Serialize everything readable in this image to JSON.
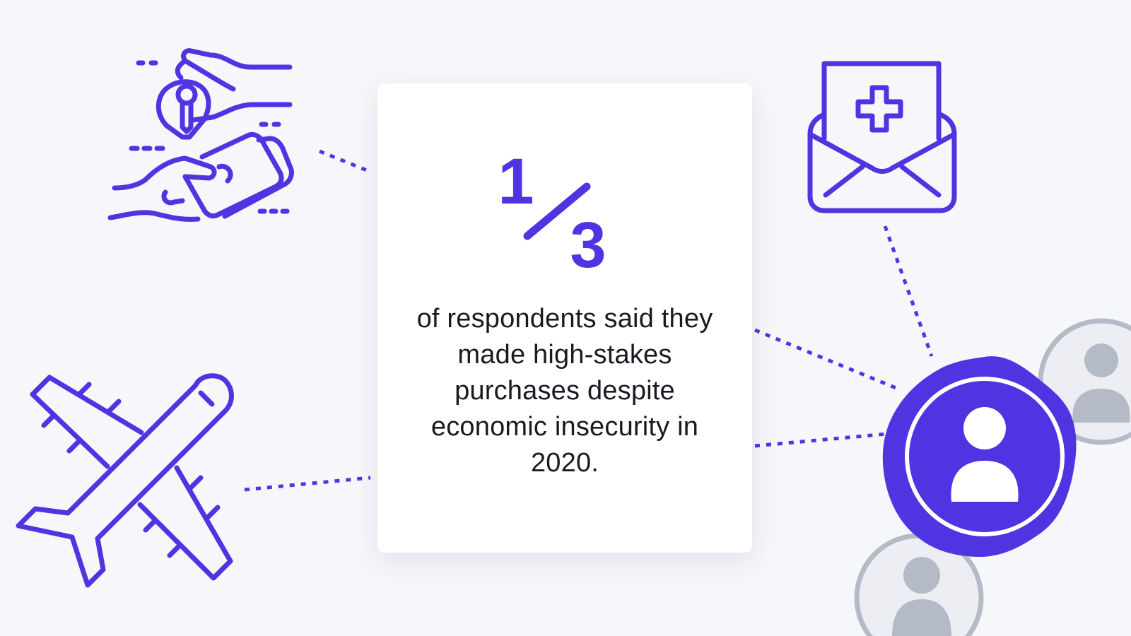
{
  "card": {
    "fraction": {
      "numerator": "1",
      "denominator": "3"
    },
    "caption": "of respondents said they made high-stakes purchases despite economic insecurity in 2020."
  },
  "colors": {
    "accent": "#4f35e1",
    "background": "#f6f7fa",
    "card": "#ffffff",
    "text": "#1a1a22",
    "muted_gray": "#b5bac7",
    "muted_fill": "#eceef3"
  },
  "icons": [
    "key-and-money-exchange-icon",
    "medical-letter-icon",
    "airplane-icon",
    "user-avatar-icon",
    "faded-user-avatar-icon"
  ]
}
